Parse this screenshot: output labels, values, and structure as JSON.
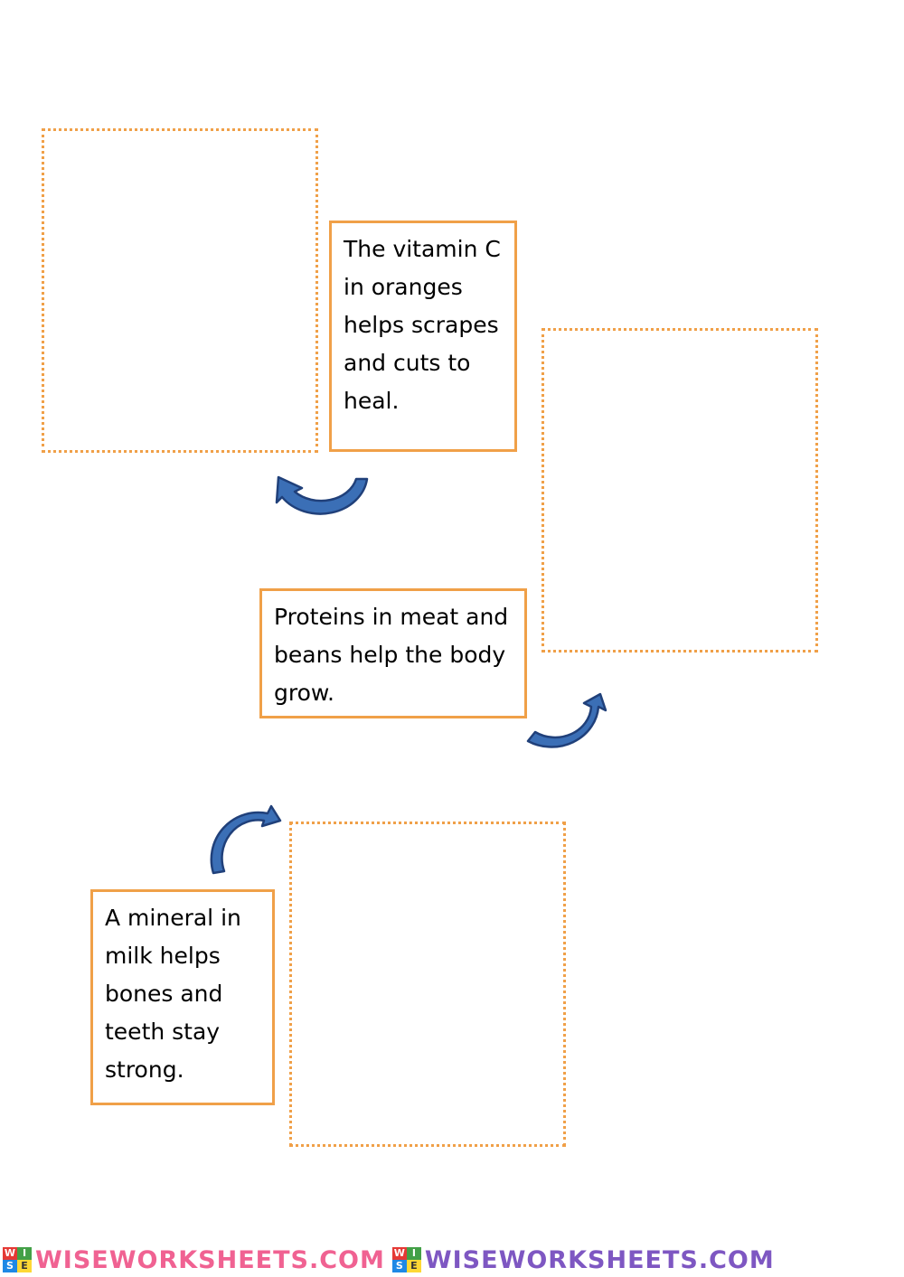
{
  "cards": [
    {
      "text": "The vitamin C\nin oranges\nhelps scrapes\nand cuts to\nheal."
    },
    {
      "text": "Proteins in meat and\nbeans help the body\ngrow."
    },
    {
      "text": "A mineral in\nmilk helps\nbones and\nteeth stay\nstrong."
    }
  ],
  "footer": {
    "brand": "WISEWORKSHEETS.COM",
    "badge_letters": [
      "W",
      "I",
      "S",
      "E"
    ]
  },
  "colors": {
    "box_border": "#f0a048",
    "arrow_fill": "#3b6fb6",
    "arrow_stroke": "#20407a"
  }
}
